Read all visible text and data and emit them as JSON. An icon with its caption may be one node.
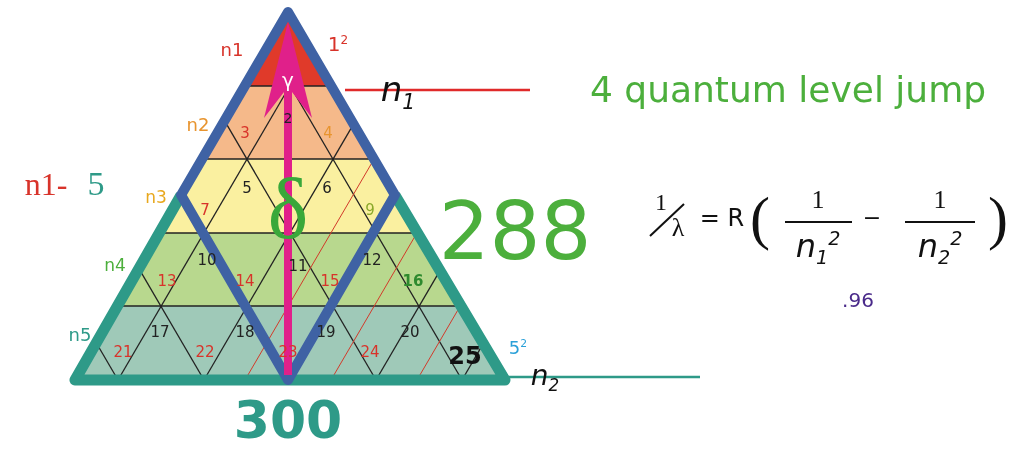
{
  "diagram": {
    "labels": [
      "n1",
      "1$^{2}$",
      "γ",
      "n$_{1}$",
      "4 quantum level jump",
      "n2",
      "2",
      "3",
      "4",
      "n1-",
      "5",
      "n3",
      "5",
      "6",
      "7",
      "9",
      "δ",
      "288",
      "1",
      "λ",
      "= R",
      "(",
      "1",
      "−",
      "1",
      "n$_{1}$$^{2}$",
      "n$_{2}$$^{2}$",
      ")",
      "n4",
      "10",
      "11",
      "12",
      "13",
      "14",
      "15",
      "16",
      ".96",
      "n5",
      "17",
      "18",
      "19",
      "20",
      "21",
      "22",
      "23",
      "24",
      "25",
      "5$^{2}$",
      "n$_{2}$",
      "300"
    ]
  }
}
